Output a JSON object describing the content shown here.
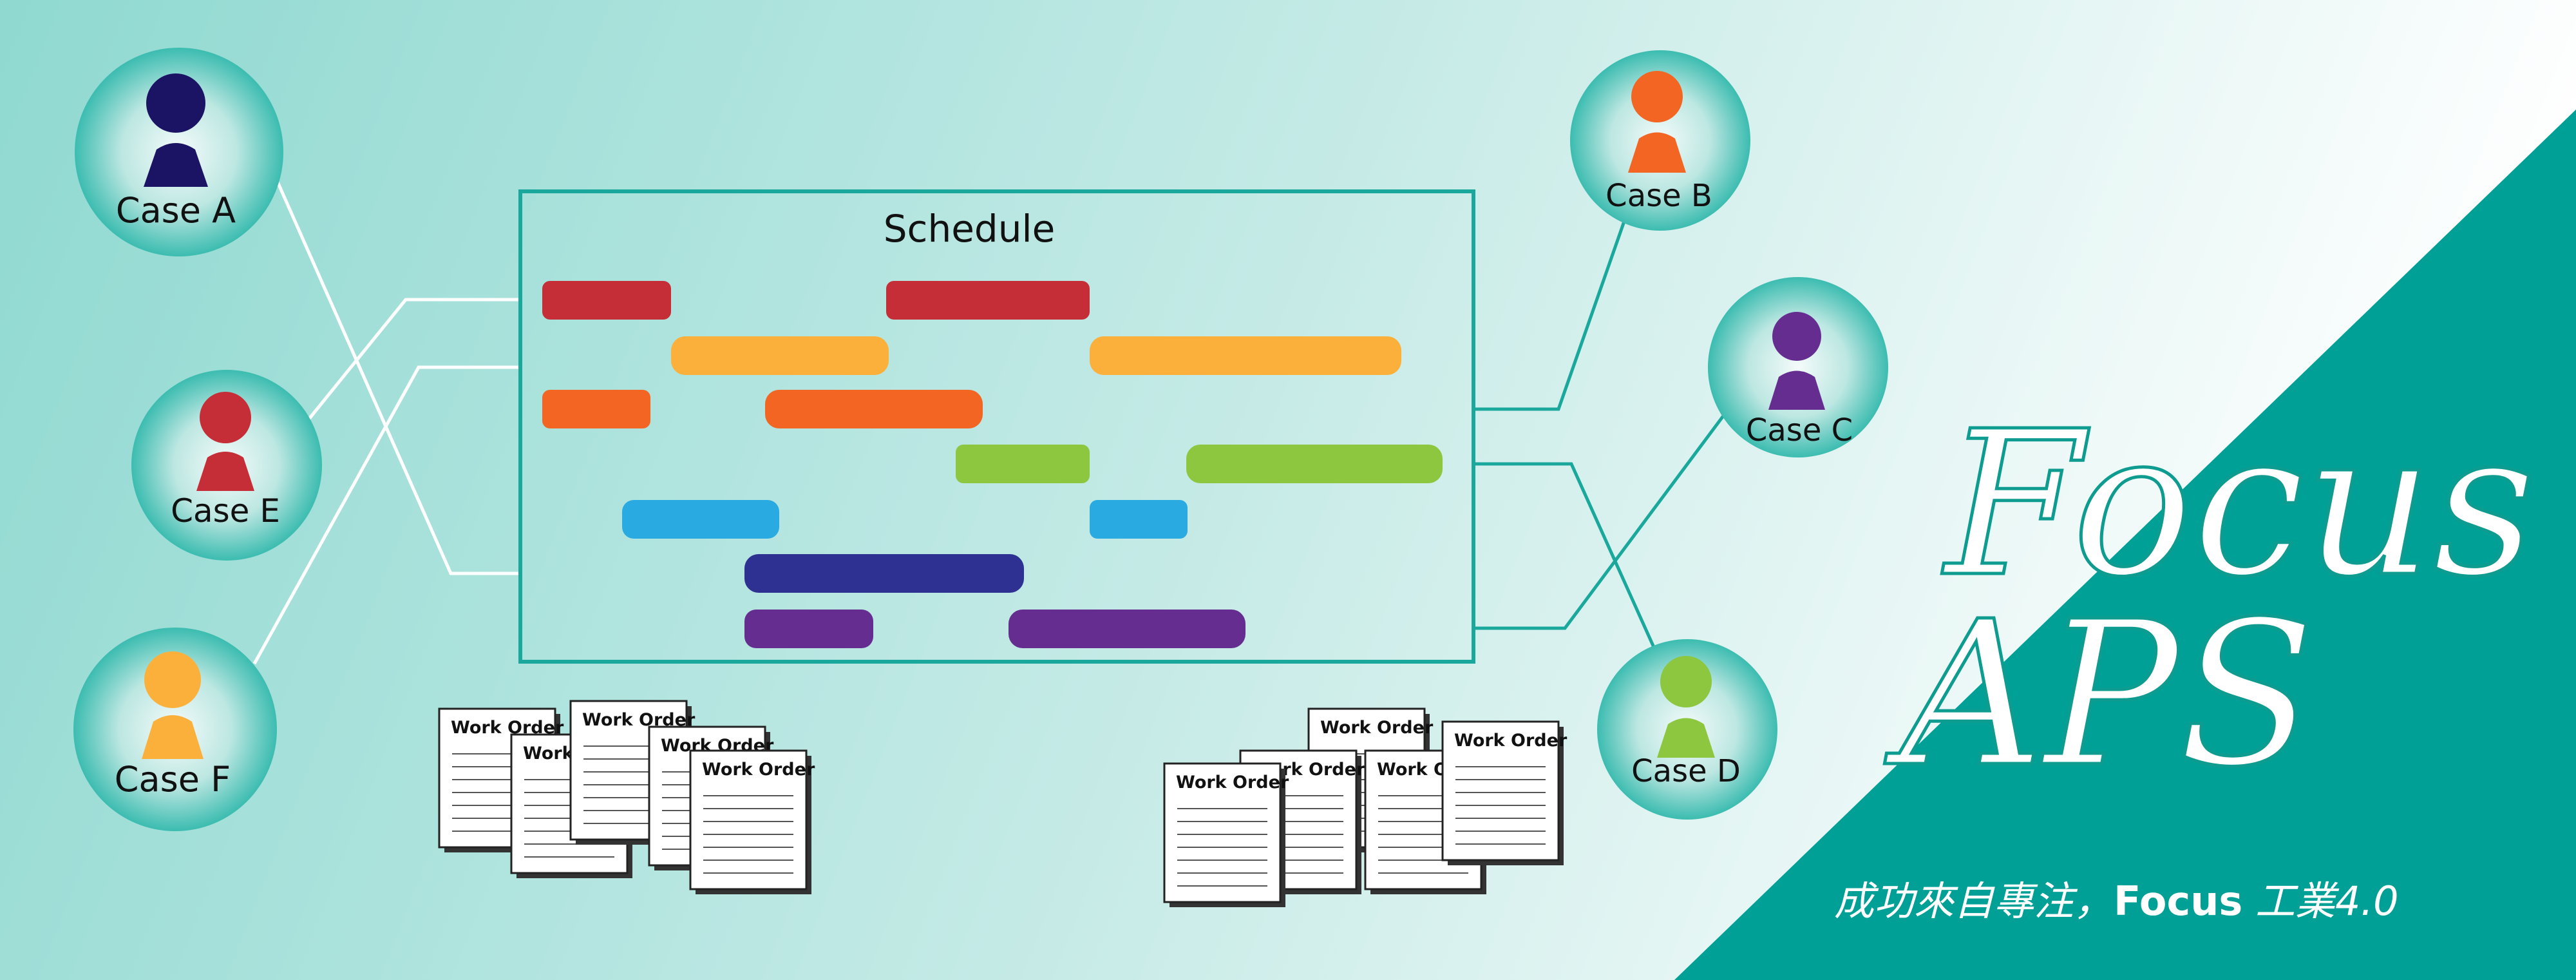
{
  "schedule": {
    "title": "Schedule",
    "rows": [
      {
        "color": "#C62E37",
        "bars": 2
      },
      {
        "color": "#FBB03B",
        "bars": 2
      },
      {
        "color": "#F26522",
        "bars": 2
      },
      {
        "color": "#8DC63F",
        "bars": 2
      },
      {
        "color": "#29ABE2",
        "bars": 2
      },
      {
        "color": "#2E3192",
        "bars": 1
      },
      {
        "color": "#662D91",
        "bars": 2
      }
    ]
  },
  "cases": [
    {
      "id": "a",
      "label": "Case A",
      "color": "#1B1464"
    },
    {
      "id": "b",
      "label": "Case B",
      "color": "#F26522"
    },
    {
      "id": "c",
      "label": "Case C",
      "color": "#662D91"
    },
    {
      "id": "d",
      "label": "Case D",
      "color": "#8DC63F"
    },
    {
      "id": "e",
      "label": "Case E",
      "color": "#C62E37"
    },
    {
      "id": "f",
      "label": "Case F",
      "color": "#FBB03B"
    }
  ],
  "work_order_label": "Work Order",
  "brand": {
    "line1": "Focus",
    "line2": "APS"
  },
  "tagline": {
    "chinese": "成功來自專注，",
    "focus": "Focus",
    "suffix": " 工業4.0"
  },
  "colors": {
    "bg_left": "#8ED8D0",
    "bg_mid": "#C5EAE6",
    "bg_right": "#FFFFFF",
    "accent": "#00A096",
    "line": "#16A79B"
  }
}
